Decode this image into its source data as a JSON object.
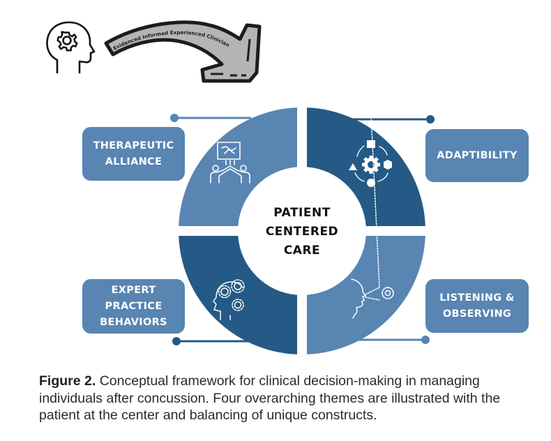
{
  "header": {
    "icon": "head-with-gear-icon",
    "arrow_label": "Evidenced Informed Experienced Clinician",
    "arrow_icon": "curved-road-arrow-icon"
  },
  "diagram": {
    "center_label": "PATIENT\nCENTERED\nCARE",
    "colors": {
      "light_segment": "#5885b2",
      "dark_segment": "#245a85",
      "box": "#5885b2",
      "connector_light": "#5885b2",
      "connector_dark": "#245a85"
    },
    "themes": [
      {
        "label": "THERAPEUTIC\nALLIANCE",
        "position": "top-left",
        "icon": "handshake-team-icon",
        "shade": "light"
      },
      {
        "label": "ADAPTIBILITY",
        "position": "top-right",
        "icon": "cycle-shapes-gear-icon",
        "shade": "dark"
      },
      {
        "label": "EXPERT\nPRACTICE\nBEHAVIORS",
        "position": "bottom-left",
        "icon": "head-gears-icon",
        "shade": "dark"
      },
      {
        "label": "LISTENING &\nOBSERVING",
        "position": "bottom-right",
        "icon": "face-target-icon",
        "shade": "light"
      }
    ]
  },
  "caption": {
    "label": "Figure 2.",
    "text": " Conceptual framework for clinical decision-making in managing individuals after concussion. Four overarching themes are illustrated with the patient at the center and balancing of unique constructs."
  }
}
